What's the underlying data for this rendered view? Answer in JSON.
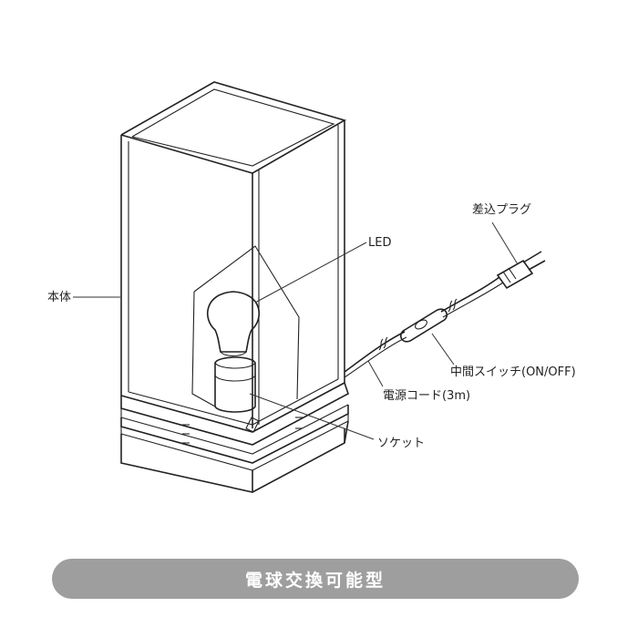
{
  "labels": {
    "body": "本体",
    "led": "LED",
    "plug": "差込プラグ",
    "switch": "中間スイッチ(ON/OFF)",
    "cord": "電源コード(3m)",
    "socket": "ソケット"
  },
  "banner": {
    "text": "電球交換可能型"
  }
}
